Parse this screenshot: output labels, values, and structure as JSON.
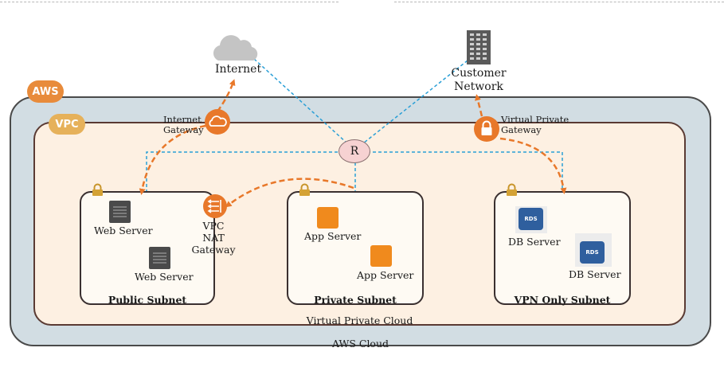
{
  "labels": {
    "internet": "Internet",
    "customer_network": "Customer\nNetwork",
    "aws_badge": "AWS",
    "vpc_badge": "VPC",
    "internet_gateway": "Internet\nGateway",
    "virtual_private_gateway": "Virtual Private\nGateway",
    "router": "R",
    "vpc_nat_gateway": "VPC NAT\nGateway",
    "rds": "RDS",
    "virtual_private_cloud": "Virtual Private Cloud",
    "aws_cloud": "AWS Cloud"
  },
  "subnets": {
    "public": {
      "title": "Public Subnet",
      "servers": [
        "Web Server",
        "Web Server"
      ]
    },
    "private": {
      "title": "Private Subnet",
      "servers": [
        "App Server",
        "App Server"
      ]
    },
    "vpn_only": {
      "title": "VPN Only Subnet",
      "servers": [
        "DB Server",
        "DB Server"
      ]
    }
  },
  "colors": {
    "aws_orange": "#e88b3b",
    "vpc_gold": "#e6b15a",
    "router_pink": "#f6d2d2",
    "dashed_blue": "#2a9fd6",
    "dashed_orange": "#e8782a",
    "app_orange": "#f08a1d",
    "rds_blue": "#2f5f9e",
    "lock_gold": "#d4a235"
  },
  "icons": {
    "internet": "cloud-icon",
    "customer_network": "building-icon",
    "internet_gateway": "internet-gateway-icon",
    "virtual_private_gateway": "vpn-gateway-lock-icon",
    "nat_gateway": "nat-gateway-icon",
    "router": "router-icon",
    "web_server": "server-icon",
    "app_server": "app-server-icon",
    "db_server": "rds-icon",
    "subnet_lock": "lock-icon"
  }
}
